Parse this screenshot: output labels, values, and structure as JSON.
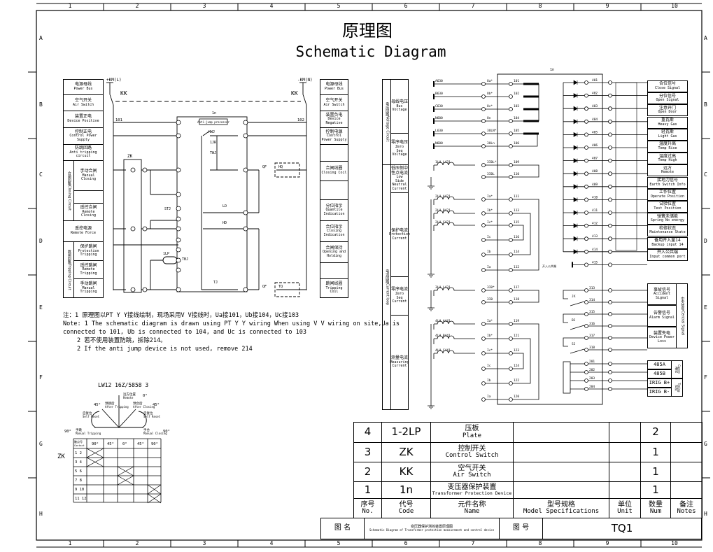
{
  "title": {
    "cn": "原理图",
    "en": "Schematic Diagram"
  },
  "grid": {
    "cols": [
      "1",
      "2",
      "3",
      "4",
      "5",
      "6",
      "7",
      "8",
      "9",
      "10"
    ],
    "rows": [
      "A",
      "B",
      "C",
      "D",
      "E",
      "F",
      "G",
      "H"
    ]
  },
  "left_labels": [
    {
      "cn": "电源母线",
      "en": "Power Bus"
    },
    {
      "cn": "空气开关",
      "en": "Air Switch"
    },
    {
      "cn": "装置正电",
      "en": "Device Positive"
    },
    {
      "cn": "控制正电",
      "en": "Control Power Supply"
    },
    {
      "cn": "防跳回路",
      "en": "Anti tripping circuit"
    },
    {
      "cn": "手动合闸",
      "en": "Manual Closing"
    },
    {
      "cn": "",
      "en": ""
    },
    {
      "cn": "遥控合闸",
      "en": "Remote Closing"
    },
    {
      "cn": "遥控电源",
      "en": "Remote Force"
    },
    {
      "cn": "保护跳闸",
      "en": "Protection Tripping"
    },
    {
      "cn": "遥控跳闸",
      "en": "Remote Tripping"
    },
    {
      "cn": "手动跳闸",
      "en": "Manual Tripping"
    }
  ],
  "left_groups": [
    {
      "cn": "合闸回路",
      "en": "Closing Circuit"
    },
    {
      "cn": "跳闸回路",
      "en": "Tripping Circuit"
    }
  ],
  "mid_labels": [
    {
      "cn": "电源母线",
      "en": "Power Bus"
    },
    {
      "cn": "空气开关",
      "en": "Air Switch"
    },
    {
      "cn": "装置负电",
      "en": "Device Negative"
    },
    {
      "cn": "控制电源",
      "en": "Control Power Supply"
    },
    {
      "cn": "",
      "en": ""
    },
    {
      "cn": "合闸线圈",
      "en": "Closing Coil"
    },
    {
      "cn": "",
      "en": ""
    },
    {
      "cn": "分位指示",
      "en": "Quantile Indication"
    },
    {
      "cn": "合位指示",
      "en": "Closing Indication"
    },
    {
      "cn": "合闸保持",
      "en": "Opening and Holding"
    },
    {
      "cn": "",
      "en": ""
    },
    {
      "cn": "跳闸线圈",
      "en": "Tripping Coil"
    }
  ],
  "right_col_labels": [
    {
      "cn": "母线电压",
      "en": "Bus Voltage"
    },
    {
      "cn": "零序电压",
      "en": "Zero Seq Voltage"
    },
    {
      "cn": "低压侧中性点电流",
      "en": "Low Side Neutral Current"
    },
    {
      "cn": "保护电流",
      "en": "Protection Current"
    },
    {
      "cn": "零序电流",
      "en": "Zero Seq Current"
    },
    {
      "cn": "测量电流",
      "en": "Measuring Current"
    }
  ],
  "right_col_groups": [
    {
      "cn": "电压回路",
      "en": "Voltage Circuit"
    },
    {
      "cn": "电流回路",
      "en": "Current loop"
    }
  ],
  "circuit_left": {
    "kk": "KK",
    "zk": "ZK",
    "device": "1n",
    "pos_bus": "+KM(L)",
    "neg_bus": "-KM(N)",
    "wire_101": "101",
    "wire_102": "102",
    "processor": "Anti-jump processor",
    "labels": [
      "1LP",
      "TJ",
      "HQ",
      "TQ",
      "QF",
      "QF",
      "LD",
      "HD",
      "1JR",
      "TWJ",
      "HWJ",
      "STJ",
      "TBJ"
    ]
  },
  "circuit_right": {
    "device": "1n",
    "analog_rows": [
      {
        "src": "A630",
        "term": "Ua*",
        "pin": "101"
      },
      {
        "src": "B630",
        "term": "Ub*",
        "pin": "102"
      },
      {
        "src": "C630",
        "term": "Uc*",
        "pin": "103"
      },
      {
        "src": "N600",
        "term": "Un",
        "pin": "104"
      },
      {
        "src": "L630",
        "term": "3ULN*",
        "pin": "105"
      },
      {
        "src": "N600",
        "term": "3ULn",
        "pin": "106"
      },
      {
        "src": "1LH L431",
        "term": "3I0L*",
        "pin": "109"
      },
      {
        "src": "",
        "term": "3I0L",
        "pin": "110"
      },
      {
        "src": "2LH A421",
        "term": "Ia*",
        "pin": "111"
      },
      {
        "src": "2LH B421",
        "term": "Ib*",
        "pin": "113"
      },
      {
        "src": "2LH C421",
        "term": "Ic*",
        "pin": "115"
      },
      {
        "src": "",
        "term": "Ic",
        "pin": "116"
      },
      {
        "src": "",
        "term": "Ib",
        "pin": "114"
      },
      {
        "src": "",
        "term": "Ia",
        "pin": "112"
      },
      {
        "src": "3LH L431",
        "term": "3I0*",
        "pin": "117"
      },
      {
        "src": "",
        "term": "3I0",
        "pin": "118"
      },
      {
        "src": "4LH A441",
        "term": "Ia*",
        "pin": "119"
      },
      {
        "src": "4LH B441",
        "term": "Ib*",
        "pin": "121"
      },
      {
        "src": "4LH C441",
        "term": "Ic*",
        "pin": "123"
      },
      {
        "src": "",
        "term": "Ic",
        "pin": "124"
      },
      {
        "src": "",
        "term": "Ib",
        "pin": "122"
      },
      {
        "src": "",
        "term": "Ia",
        "pin": "120"
      }
    ],
    "inputs": [
      "401",
      "402",
      "403",
      "404",
      "405",
      "406",
      "407",
      "408",
      "409",
      "410",
      "411",
      "412",
      "413",
      "414",
      "415"
    ],
    "common_label": "开入公共端",
    "outputs": [
      "313",
      "314",
      "315",
      "316",
      "317",
      "318"
    ],
    "output_relays": [
      "JX",
      "BJ",
      "SJ"
    ],
    "comm": [
      "201",
      "202",
      "203",
      "204"
    ]
  },
  "right_labels": [
    {
      "cn": "合位信号",
      "en": "Close Signal"
    },
    {
      "cn": "分位信号",
      "en": "Open Signal"
    },
    {
      "cn": "注意开门",
      "en": "Open Door"
    },
    {
      "cn": "重瓦斯",
      "en": "Heavy Gas"
    },
    {
      "cn": "轻瓦斯",
      "en": "Light Gas"
    },
    {
      "cn": "温度升高",
      "en": "Temp Rise"
    },
    {
      "cn": "温度过高",
      "en": "Temp High"
    },
    {
      "cn": "远方",
      "en": "Remote"
    },
    {
      "cn": "接地刀信号",
      "en": "Earth Switch Info"
    },
    {
      "cn": "工作位置",
      "en": "Operate Position"
    },
    {
      "cn": "试验位置",
      "en": "Test Position"
    },
    {
      "cn": "弹簧未储能",
      "en": "Spring No energy"
    },
    {
      "cn": "检修状态",
      "en": "Maintenance State"
    },
    {
      "cn": "备用开入量14",
      "en": "Backup input 14"
    },
    {
      "cn": "开入公共端",
      "en": "Input common port"
    }
  ],
  "signal_labels": [
    {
      "cn": "事故信号",
      "en": "Accident Signal"
    },
    {
      "cn": "告警信号",
      "en": "Alarm Signal"
    },
    {
      "cn": "装置失电",
      "en": "Device Power Loss"
    }
  ],
  "signal_group": {
    "cn": "中央信号",
    "en": "Central Signal"
  },
  "comm_labels": [
    "485A",
    "485B",
    "IRIG B+",
    "IRIG B-"
  ],
  "comm_groups": [
    {
      "cn": "通讯",
      "en": "Comm"
    },
    {
      "cn": "对时",
      "en": "Timing"
    }
  ],
  "notes": [
    "注：1 原理图以PT Y Y接线绘制，现场采用V V接线时，Ua接101，Ub接104，Uc接103",
    "Note: 1  The schematic diagram is drawn using PT Y Y wiring  When using V V wiring on site,Ua is",
    "connected to 101, Ub is connected to 104, and Uc is connected to 103",
    "2 若不使用装置防跳，拆除214。",
    "2 If the anti jump device is not used, remove 214"
  ],
  "zk_switch": {
    "model": "LW12 16Z/5858 3",
    "side_label": "ZK",
    "positions": [
      {
        "cn": "远方位置",
        "en": "Remote",
        "angle": "0°"
      },
      {
        "cn": "预跳后",
        "en": "After Tripping",
        "angle": "45°"
      },
      {
        "cn": "预合后",
        "en": "After Closing",
        "angle": "45°"
      },
      {
        "cn": "自复位",
        "en": "Self Reset",
        "angle": ""
      },
      {
        "cn": "自复位",
        "en": "Self Reset",
        "angle": ""
      },
      {
        "cn": "手跳",
        "en": "Manual Tripping",
        "angle": "90°"
      },
      {
        "cn": "手合",
        "en": "Manual Closing",
        "angle": "90°"
      }
    ],
    "table_header": {
      "cn": "触点号",
      "en": "Contact"
    },
    "columns": [
      "90°",
      "45°",
      "0°",
      "45°",
      "90°"
    ],
    "rows": [
      {
        "contact": "1 2",
        "marks": [
          true,
          false,
          false,
          false,
          false
        ]
      },
      {
        "contact": "3 4",
        "marks": [
          true,
          false,
          false,
          false,
          false
        ]
      },
      {
        "contact": "5 6",
        "marks": [
          false,
          false,
          true,
          false,
          false
        ]
      },
      {
        "contact": "7 8",
        "marks": [
          false,
          false,
          true,
          false,
          false
        ]
      },
      {
        "contact": "9 10",
        "marks": [
          false,
          false,
          false,
          false,
          true
        ]
      },
      {
        "contact": "11 12",
        "marks": [
          false,
          false,
          false,
          false,
          true
        ]
      }
    ]
  },
  "bom": {
    "rows": [
      {
        "no": "4",
        "code": "1-2LP",
        "name_cn": "压板",
        "name_en": "Plate",
        "model": "",
        "unit": "",
        "num": "2",
        "notes": ""
      },
      {
        "no": "3",
        "code": "ZK",
        "name_cn": "控制开关",
        "name_en": "Control Switch",
        "model": "",
        "unit": "",
        "num": "1",
        "notes": ""
      },
      {
        "no": "2",
        "code": "KK",
        "name_cn": "空气开关",
        "name_en": "Air Switch",
        "model": "",
        "unit": "",
        "num": "1",
        "notes": ""
      },
      {
        "no": "1",
        "code": "1n",
        "name_cn": "变压器保护装置",
        "name_en": "Transformer Protection Device",
        "model": "",
        "unit": "",
        "num": "1",
        "notes": ""
      }
    ],
    "header": {
      "no_cn": "序号",
      "no_en": "No.",
      "code_cn": "代号",
      "code_en": "Code",
      "name_cn": "元件名称",
      "name_en": "Name",
      "model_cn": "型号规格",
      "model_en": "Model Specifications",
      "unit_cn": "单位",
      "unit_en": "Unit",
      "num_cn": "数量",
      "num_en": "Num",
      "notes_cn": "备注",
      "notes_en": "Notes"
    }
  },
  "title_block": {
    "name_label": "图    名",
    "name_cn": "变压器保护测控装置原理图",
    "name_en": "Schematic Diagram of Transformer protection measurement and control device",
    "number_label": "图    号",
    "number": "TQ1"
  }
}
